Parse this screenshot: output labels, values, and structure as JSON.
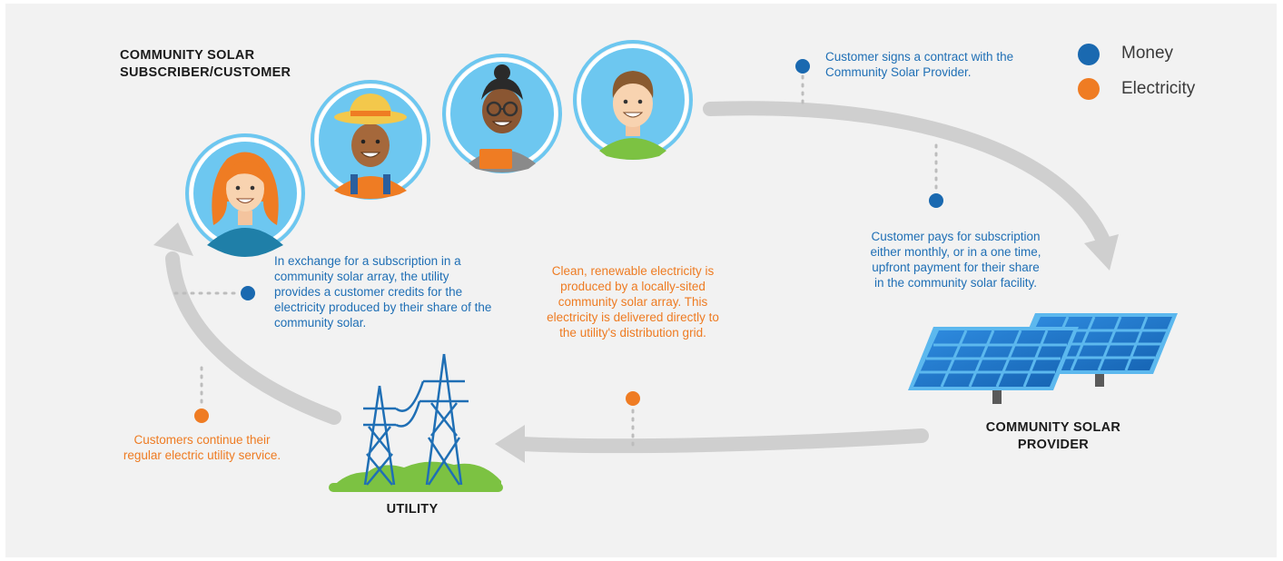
{
  "headings": {
    "subscriber": "COMMUNITY SOLAR SUBSCRIBER/CUSTOMER",
    "provider": "COMMUNITY SOLAR PROVIDER",
    "utility": "UTILITY"
  },
  "legend": [
    {
      "label": "Money",
      "color": "#1a69b0"
    },
    {
      "label": "Electricity",
      "color": "#ef7c23"
    }
  ],
  "notes": {
    "contract": "Customer signs a contract with the Community Solar Provider.",
    "payment": "Customer pays for subscription either monthly, or in a one time, upfront payment for their share in the community solar facility.",
    "credits": "In exchange for a subscription in a community solar array, the utility provides a customer credits for the electricity produced by their share of the community solar.",
    "produced": "Clean, renewable electricity is produced by a locally-sited community solar array. This electricity is delivered directly to the utility's distribution grid.",
    "service": "Customers continue their regular electric utility service."
  },
  "icons": {
    "avatars": [
      "customer-woman-redhair-icon",
      "customer-farmer-icon",
      "customer-woman-glasses-icon",
      "customer-man-icon"
    ],
    "solar": "solar-panels-icon",
    "utility": "transmission-towers-icon"
  }
}
